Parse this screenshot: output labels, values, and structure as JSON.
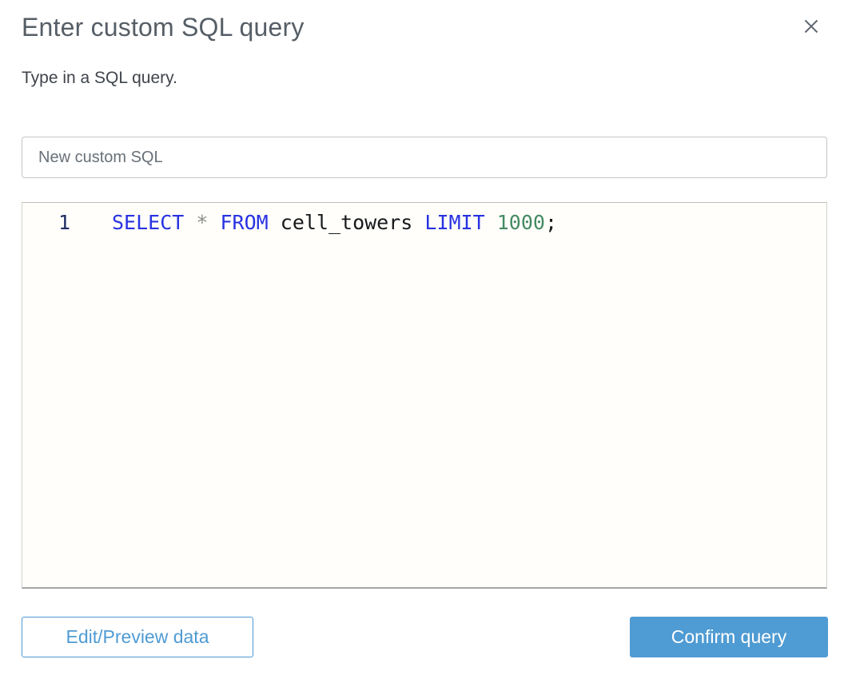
{
  "dialog": {
    "title": "Enter custom SQL query",
    "subtitle": "Type in a SQL query."
  },
  "icons": {
    "close": "close-icon"
  },
  "name_input": {
    "value": "New custom SQL"
  },
  "editor": {
    "lines": [
      {
        "number": "1",
        "tokens": [
          {
            "text": "SELECT",
            "type": "keyword"
          },
          {
            "text": " ",
            "type": "plain"
          },
          {
            "text": "*",
            "type": "operator"
          },
          {
            "text": " ",
            "type": "plain"
          },
          {
            "text": "FROM",
            "type": "keyword"
          },
          {
            "text": " cell_towers ",
            "type": "plain"
          },
          {
            "text": "LIMIT",
            "type": "keyword"
          },
          {
            "text": " ",
            "type": "plain"
          },
          {
            "text": "1000",
            "type": "number"
          },
          {
            "text": ";",
            "type": "plain"
          }
        ]
      }
    ]
  },
  "buttons": {
    "edit_preview": "Edit/Preview data",
    "confirm": "Confirm query"
  },
  "colors": {
    "accent_blue": "#4f9bd3",
    "keyword": "#2832e2",
    "number": "#448a63",
    "operator": "#8e8e8e",
    "plain": "#16181a",
    "line_number": "#202c64",
    "editor_bg": "#fffefa"
  }
}
